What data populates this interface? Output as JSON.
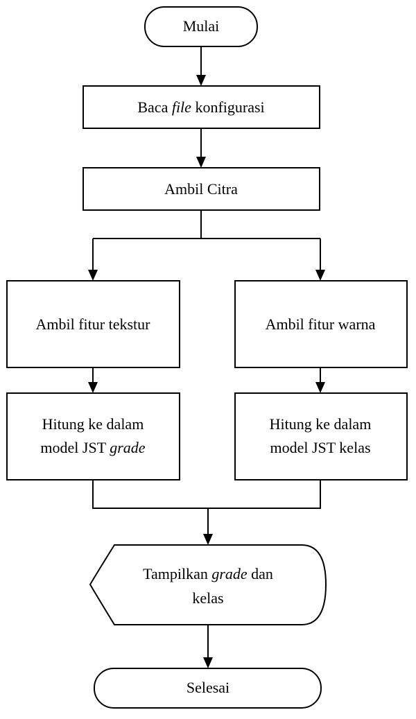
{
  "flowchart": {
    "start": {
      "text": "Mulai"
    },
    "read_config": {
      "part1": "Baca ",
      "part2": "file",
      "part3": " konfigurasi"
    },
    "get_image": {
      "text": "Ambil Citra"
    },
    "texture_feature": {
      "text": "Ambil fitur tekstur"
    },
    "color_feature": {
      "text": "Ambil fitur warna"
    },
    "grade_model": {
      "line1": "Hitung ke dalam",
      "line2a": "model JST ",
      "line2b": "grade"
    },
    "class_model": {
      "line1": "Hitung ke dalam",
      "line2": "model JST kelas"
    },
    "display": {
      "line1a": "Tampilkan ",
      "line1b": "grade",
      "line1c": " dan",
      "line2": "kelas"
    },
    "end": {
      "text": "Selesai"
    }
  }
}
